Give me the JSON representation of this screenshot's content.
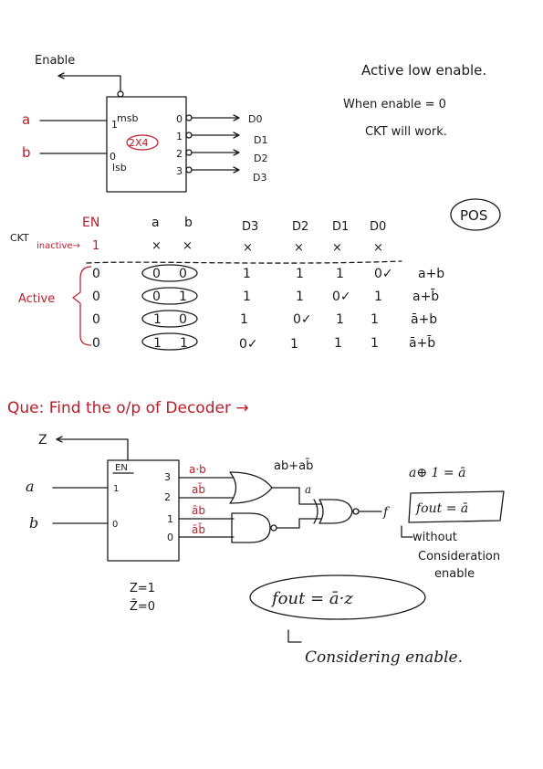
{
  "top": {
    "enable_label": "Enable",
    "in_a": "a",
    "in_b": "b",
    "msb": "msb",
    "lsb": "lsb",
    "pin_msb": "1",
    "pin_lsb": "0",
    "block": "2X4",
    "out_nums": [
      "0",
      "1",
      "2",
      "3"
    ],
    "out_labels": [
      "D0",
      "D1",
      "D2",
      "D3"
    ],
    "note1": "Active low enable.",
    "note2": "When enable = 0",
    "note3": "CKT will work.",
    "pos": "POS"
  },
  "table": {
    "headers": [
      "EN",
      "a",
      "b",
      "D3",
      "D2",
      "D1",
      "D0"
    ],
    "ckt": "CKT",
    "inactive": "inactive→",
    "active": "Active",
    "inactive_row": [
      "1",
      "×",
      "×",
      "×",
      "×",
      "×",
      "×"
    ],
    "rows": [
      {
        "en": "0",
        "a": "0",
        "b": "0",
        "d3": "1",
        "d2": "1",
        "d1": "1",
        "d0": "0✓",
        "max": "a+b"
      },
      {
        "en": "0",
        "a": "0",
        "b": "1",
        "d3": "1",
        "d2": "1",
        "d1": "0✓",
        "d0": "1",
        "max": "a+b̄"
      },
      {
        "en": "0",
        "a": "1",
        "b": "0",
        "d3": "1",
        "d2": "0✓",
        "d1": "1",
        "d0": "1",
        "max": "ā+b"
      },
      {
        "en": "0",
        "a": "1",
        "b": "1",
        "d3": "0✓",
        "d2": "1",
        "d1": "1",
        "d0": "1",
        "max": "ā+b̄"
      }
    ]
  },
  "question": {
    "title": "Que: Find the o/p of Decoder →",
    "z": "Z",
    "a": "a",
    "b": "b",
    "en": "EN",
    "pin1": "1",
    "pin0": "0",
    "outs": [
      "3",
      "2",
      "1",
      "0"
    ],
    "line_labels": [
      "a·b",
      "ab̄",
      "āb",
      "āb̄"
    ],
    "sum": "ab+ab̄",
    "mid": "a",
    "f": "f",
    "xor": "a⊕ 1 = ā",
    "fout1": "fout = ā",
    "without1": "without",
    "without2": "Consideration",
    "without3": "enable",
    "z1": "Z=1",
    "z0": "Z̄=0",
    "fout2": "fout = ā·z",
    "considering": "Considering enable."
  }
}
